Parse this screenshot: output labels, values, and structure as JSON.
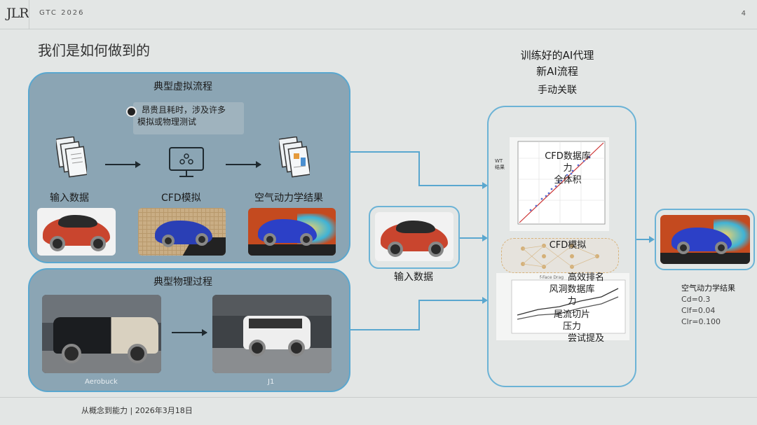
{
  "header": {
    "logo": "JLR",
    "conference": "GTC 2026",
    "page": "4"
  },
  "title": "我们是如何做到的",
  "virtual": {
    "title": "典型虚拟流程",
    "note_line1": "昂贵且耗时，涉及许多",
    "note_line2": "模拟或物理测试",
    "labels": [
      "输入数据",
      "CFD模拟",
      "空气动力学结果"
    ]
  },
  "physical": {
    "title": "典型物理过程",
    "labels": [
      "Aerobuck",
      "J1"
    ]
  },
  "input": {
    "label": "输入数据"
  },
  "ai": {
    "head_line1": "训练好的AI代理",
    "head_line2": "新AI流程",
    "head_line3": "手动关联",
    "chart_ylabel_line1": "WT",
    "chart_ylabel_line2": "结果",
    "overlay1": [
      "CFD数据库",
      "力",
      "全体积"
    ],
    "cfd_label": "CFD模拟",
    "chart2_title": "f-Face Drag",
    "overlay2": [
      "高效排名",
      "风洞数据库",
      "力",
      "尾流切片",
      "压力",
      "尝试提及"
    ]
  },
  "results": {
    "title": "空气动力学结果",
    "cd": "Cd=0.3",
    "clf": "Clf=0.04",
    "clr": "Clr=0.100"
  },
  "footer": "从概念到能力 | 2026年3月18日"
}
